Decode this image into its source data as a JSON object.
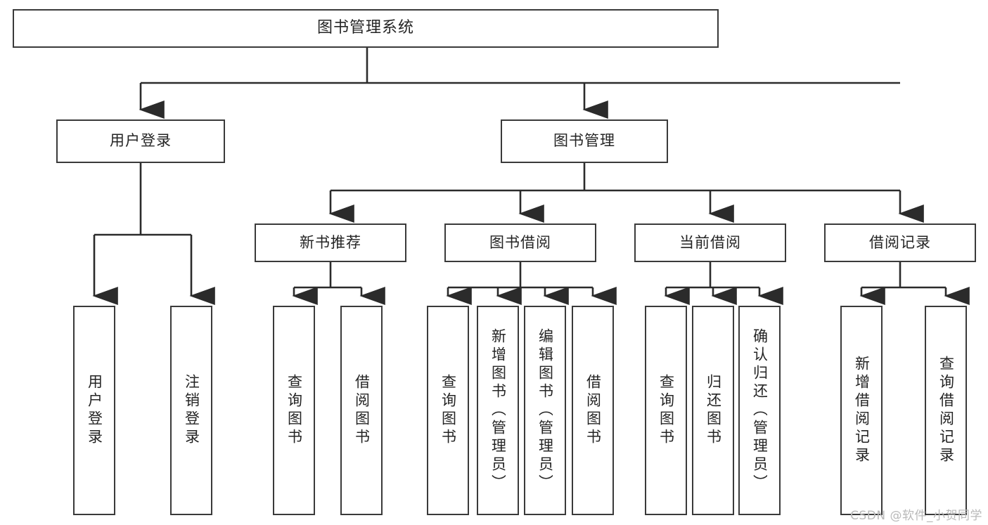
{
  "diagram": {
    "title": "图书管理系统",
    "type": "tree-hierarchy-diagram",
    "watermark": "CSDN @软件_小贺同学",
    "colors": {
      "box_border": "#3a3a3a",
      "box_fill": "#ffffff",
      "line": "#2b2b2b",
      "background": "#ffffff",
      "watermark": "#b9b9b9"
    },
    "nodes": {
      "root": {
        "label": "图书管理系统",
        "level": 1
      },
      "l2": [
        {
          "label": "用户登录",
          "level": 2
        },
        {
          "label": "图书管理",
          "level": 2
        }
      ],
      "l3": [
        {
          "label": "新书推荐",
          "level": 3
        },
        {
          "label": "图书借阅",
          "level": 3
        },
        {
          "label": "当前借阅",
          "level": 3
        },
        {
          "label": "借阅记录",
          "level": 3
        }
      ],
      "leaves": [
        {
          "label": "用户登录",
          "parent": "用户登录"
        },
        {
          "label": "注销登录",
          "parent": "用户登录"
        },
        {
          "label": "查询图书",
          "parent": "新书推荐"
        },
        {
          "label": "借阅图书",
          "parent": "新书推荐"
        },
        {
          "label": "查询图书",
          "parent": "图书借阅"
        },
        {
          "label": "新增图书（管理员）",
          "parent": "图书借阅"
        },
        {
          "label": "编辑图书（管理员）",
          "parent": "图书借阅"
        },
        {
          "label": "借阅图书",
          "parent": "图书借阅"
        },
        {
          "label": "查询图书",
          "parent": "当前借阅"
        },
        {
          "label": "归还图书",
          "parent": "当前借阅"
        },
        {
          "label": "确认归还（管理员）",
          "parent": "当前借阅"
        },
        {
          "label": "新增借阅记录",
          "parent": "借阅记录"
        },
        {
          "label": "查询借阅记录",
          "parent": "借阅记录"
        }
      ]
    }
  }
}
